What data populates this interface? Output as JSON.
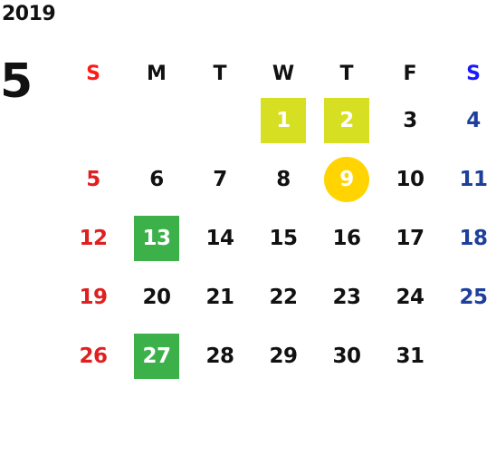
{
  "year": "2019",
  "month": "5",
  "weekdays": [
    "S",
    "M",
    "T",
    "W",
    "T",
    "F",
    "S"
  ],
  "weeks": [
    [
      "",
      "",
      "",
      "1",
      "2",
      "3",
      "4"
    ],
    [
      "5",
      "6",
      "7",
      "8",
      "9",
      "10",
      "11"
    ],
    [
      "12",
      "13",
      "14",
      "15",
      "16",
      "17",
      "18"
    ],
    [
      "19",
      "20",
      "21",
      "22",
      "23",
      "24",
      "25"
    ],
    [
      "26",
      "27",
      "28",
      "29",
      "30",
      "31",
      ""
    ]
  ],
  "highlights": {
    "1": "lime",
    "2": "lime",
    "9": "gold",
    "13": "green",
    "27": "green"
  },
  "colors": {
    "sunday": "#e02020",
    "saturday": "#1e3f9c",
    "lime": "#d6df22",
    "green": "#3cb14a",
    "gold": "#ffd400"
  }
}
